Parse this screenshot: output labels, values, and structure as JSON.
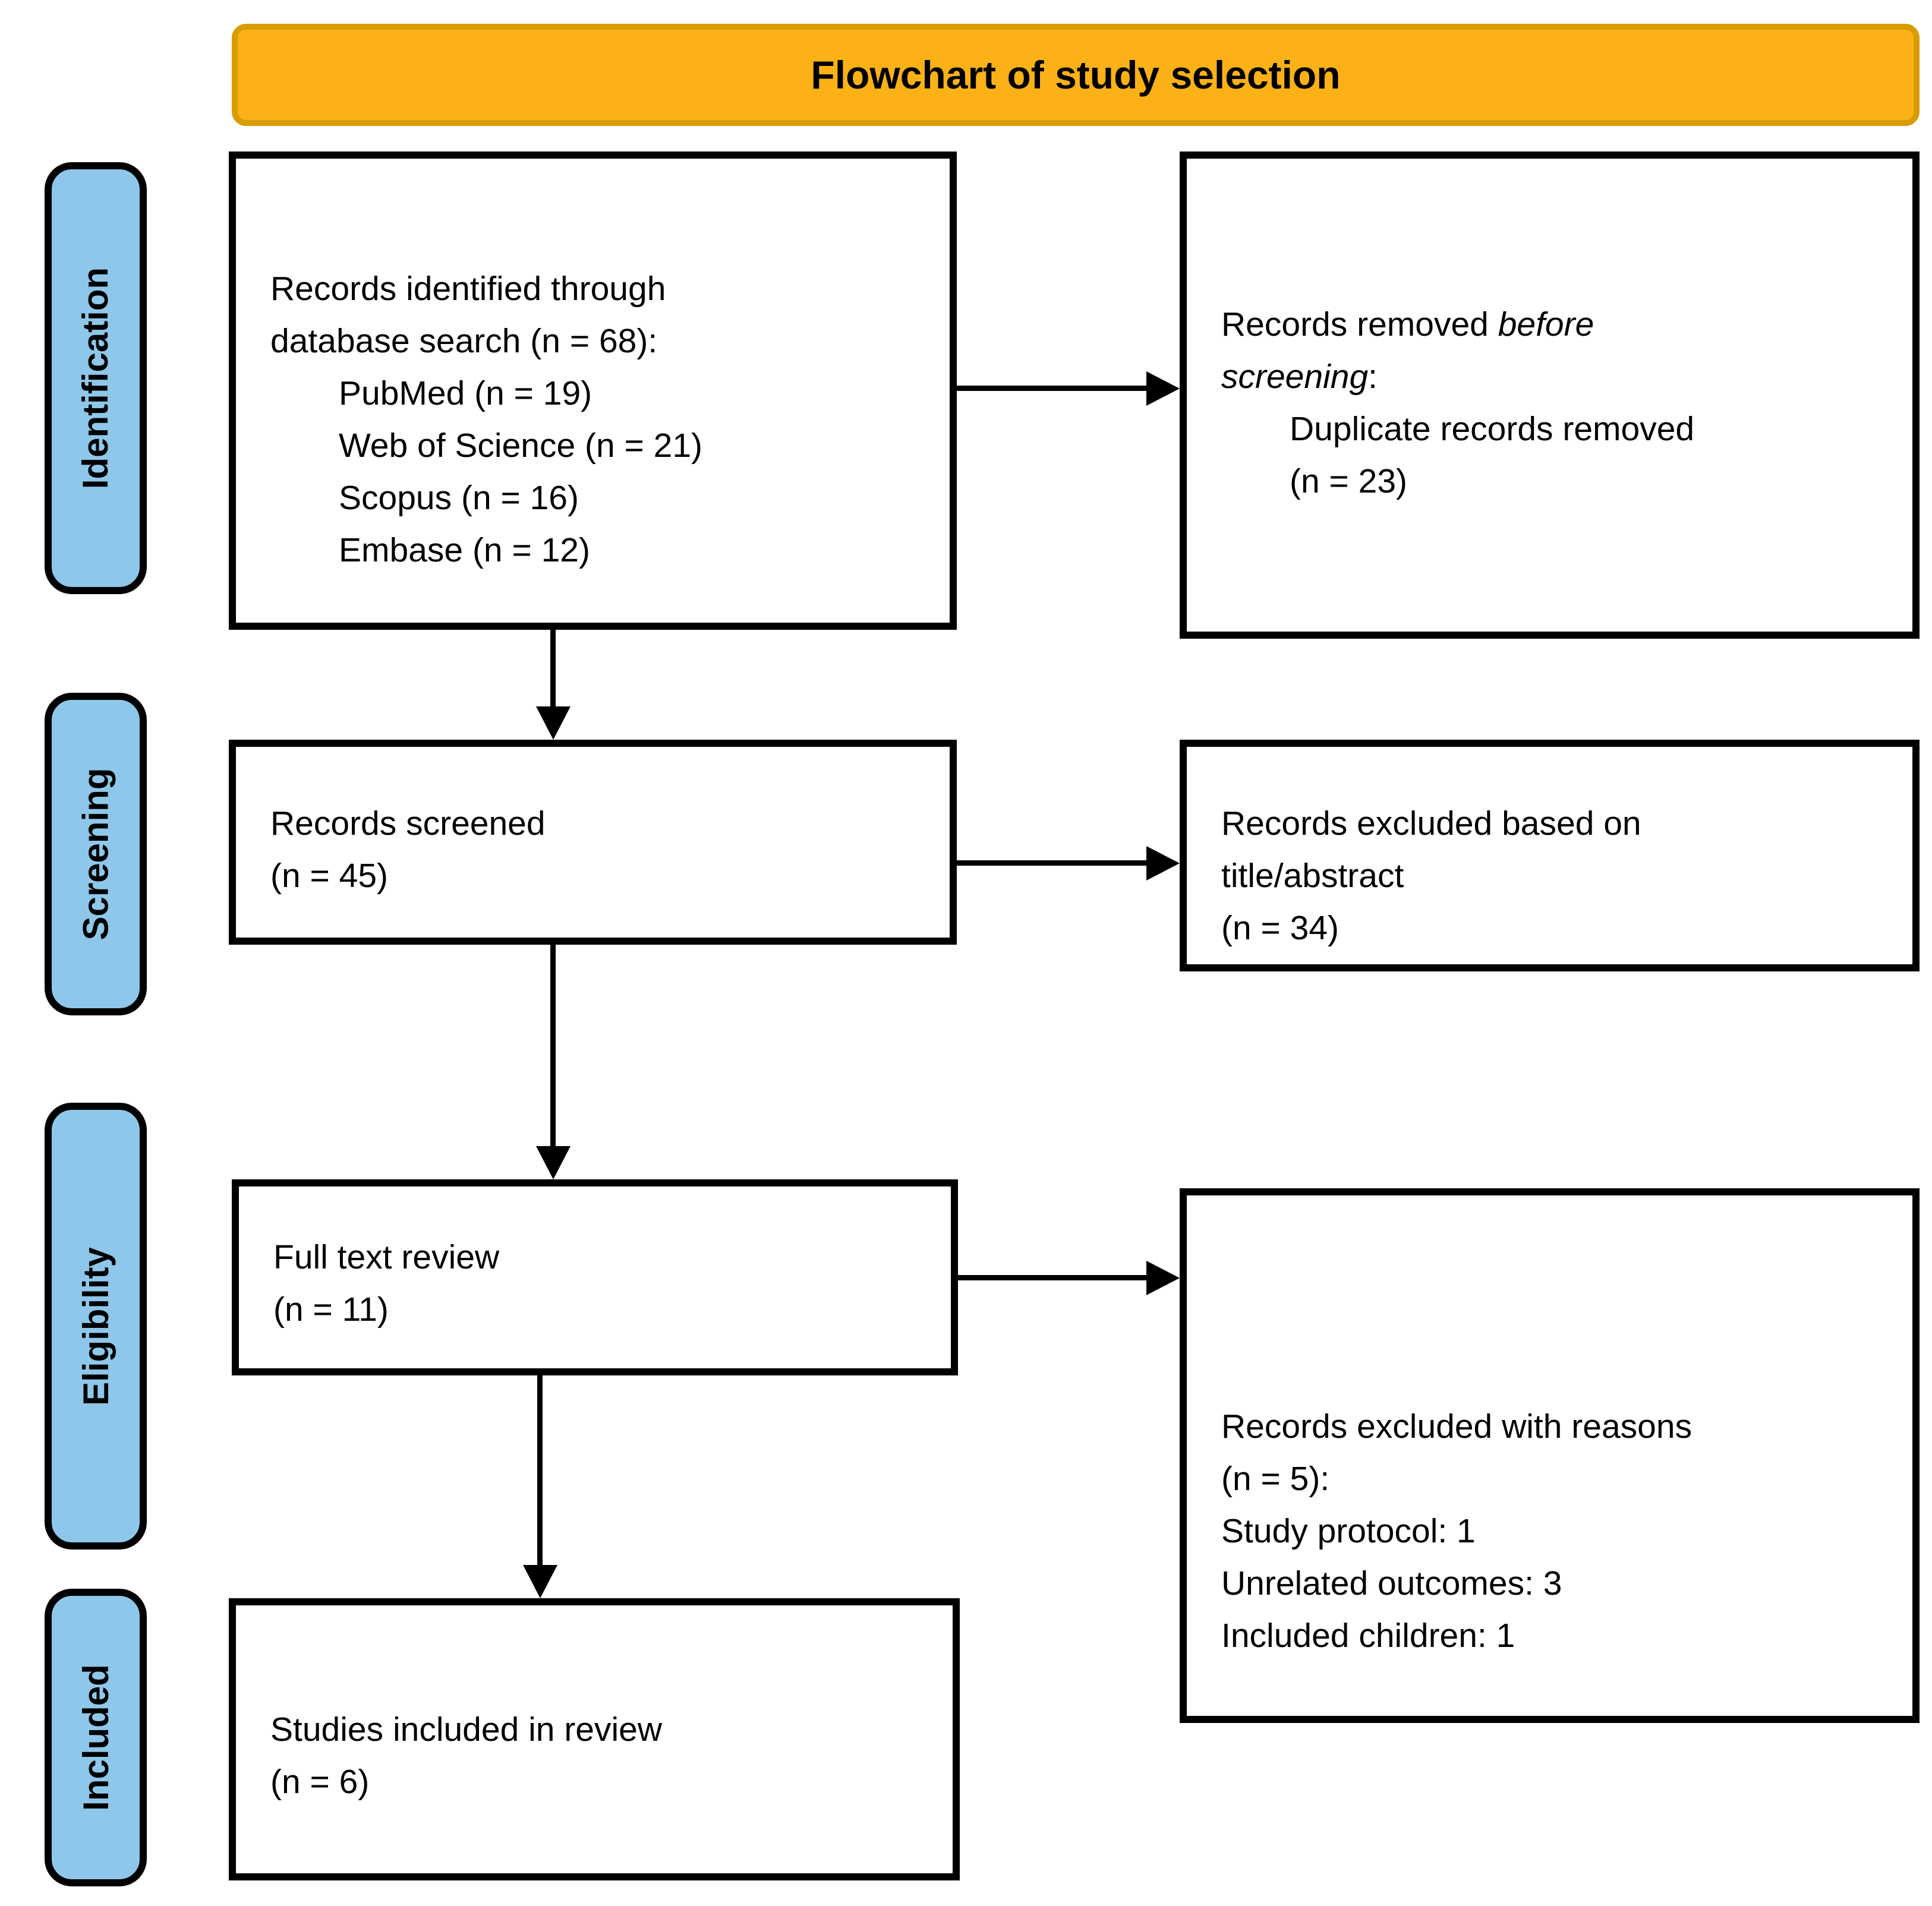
{
  "title": "Flowchart of study selection",
  "colors": {
    "banner_fill": "#FCB216",
    "banner_border": "#D99C00",
    "stage_fill": "#8EC7E9"
  },
  "stages": [
    {
      "label": "Identification"
    },
    {
      "label": "Screening"
    },
    {
      "label": "Eligibility"
    },
    {
      "label": "Included"
    }
  ],
  "boxes": {
    "records_identified": {
      "lines": [
        {
          "text": "Records identified through"
        },
        {
          "text": "database search (n = 68):"
        },
        {
          "text": "PubMed (n = 19)",
          "indent": true
        },
        {
          "text": "Web of Science (n = 21)",
          "indent": true
        },
        {
          "text": "Scopus (n = 16)",
          "indent": true
        },
        {
          "text": "Embase (n = 12)",
          "indent": true
        }
      ]
    },
    "records_removed": {
      "lines": [
        {
          "segments": [
            {
              "text": "Records removed ",
              "italic": false
            },
            {
              "text": "before",
              "italic": true
            }
          ]
        },
        {
          "segments": [
            {
              "text": "screening",
              "italic": true
            },
            {
              "text": ":",
              "italic": false
            }
          ]
        },
        {
          "text": "Duplicate records removed",
          "indent": true
        },
        {
          "text": "(n = 23)",
          "indent": true
        }
      ]
    },
    "records_screened": {
      "lines": [
        {
          "text": "Records screened"
        },
        {
          "text": "(n = 45)"
        }
      ]
    },
    "records_excluded_title_abstract": {
      "lines": [
        {
          "text": "Records excluded based on"
        },
        {
          "text": "title/abstract"
        },
        {
          "text": "(n = 34)"
        }
      ]
    },
    "full_text_review": {
      "lines": [
        {
          "text": "Full text review"
        },
        {
          "text": "(n = 11)"
        }
      ]
    },
    "records_excluded_reasons": {
      "lines": [
        {
          "text": "Records excluded with reasons"
        },
        {
          "text": "(n = 5):"
        },
        {
          "text": "Study protocol: 1"
        },
        {
          "text": "Unrelated outcomes: 3"
        },
        {
          "text": "Included children: 1"
        }
      ]
    },
    "studies_included": {
      "lines": [
        {
          "text": "Studies included in review"
        },
        {
          "text": "(n = 6)"
        }
      ]
    }
  }
}
